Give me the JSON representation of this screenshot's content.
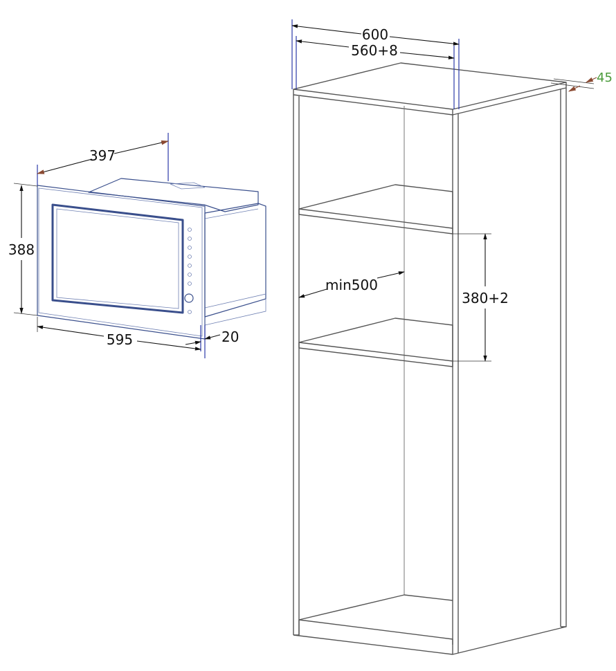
{
  "dimensions": {
    "cabinet_outer_width": "600",
    "cabinet_inner_width": "560+8",
    "cabinet_side_offset": "45",
    "cabinet_min_depth": "min500",
    "cabinet_opening_height": "380+2",
    "oven_depth": "397",
    "oven_height": "388",
    "oven_width": "595",
    "oven_frame_thickness": "20"
  },
  "colors": {
    "dimension_line": "#111111",
    "extension_line": "#2b3aa8",
    "arrow_brown": "#8b4a32",
    "label_green": "#4a9a3a",
    "oven_outline": "#3a4f8c",
    "cabinet_outline": "#555555"
  }
}
